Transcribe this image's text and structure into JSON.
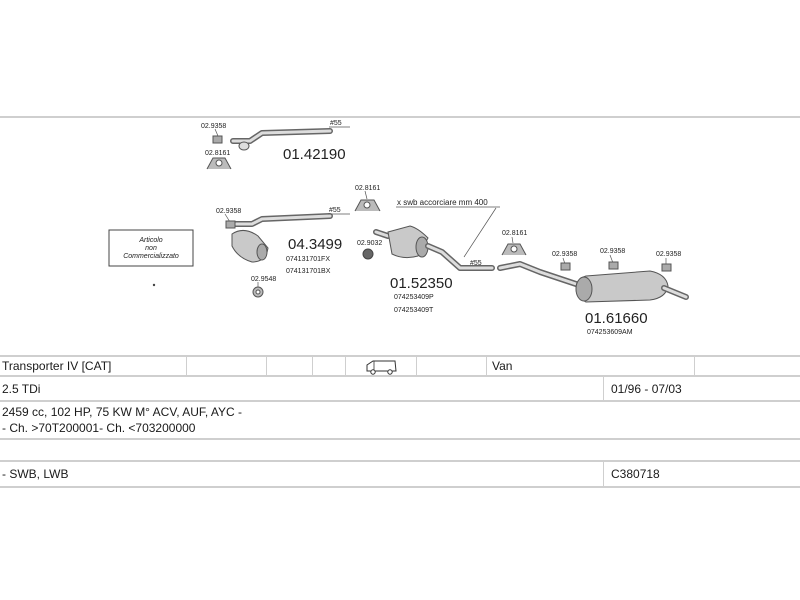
{
  "diagram": {
    "parts": [
      {
        "id": "upper_pipe",
        "code": "01.42190"
      },
      {
        "id": "front_pipe",
        "code": "04.3499",
        "refs": [
          "074131701FX",
          "074131701BX"
        ]
      },
      {
        "id": "middle_silencer",
        "code": "01.52350",
        "refs": [
          "074253409P",
          "074253409T"
        ]
      },
      {
        "id": "rear_silencer",
        "code": "01.61660",
        "refs": [
          "074253609AM"
        ]
      }
    ],
    "small_parts": {
      "c1": "02.9358",
      "c2": "02.8161",
      "c3": "02.9358",
      "c4": "02.9548",
      "c5": "02.8161",
      "c6": "02.9032",
      "c7": "02.8161",
      "c8": "02.9358",
      "c9": "02.9358",
      "c10": "02.9358"
    },
    "pipe_sizes": {
      "p1": "#55",
      "p2": "#55",
      "p3": "#55"
    },
    "note": "x swb accorciare mm 400",
    "box_text": [
      "Articolo",
      "non",
      "Commercializzato"
    ]
  },
  "info": {
    "vehicle": "Transporter IV  [CAT]",
    "body_type": "Van",
    "van_icon": "van-icon",
    "engine": "2.5 TDi",
    "years": "01/96 - 07/03",
    "spec": "2459 cc, 102 HP, 75 KW M° ACV, AUF, AYC -",
    "chassis": "- Ch. >70T200001- Ch. <703200000",
    "variant": "- SWB, LWB",
    "catalog_code": "C380718"
  }
}
